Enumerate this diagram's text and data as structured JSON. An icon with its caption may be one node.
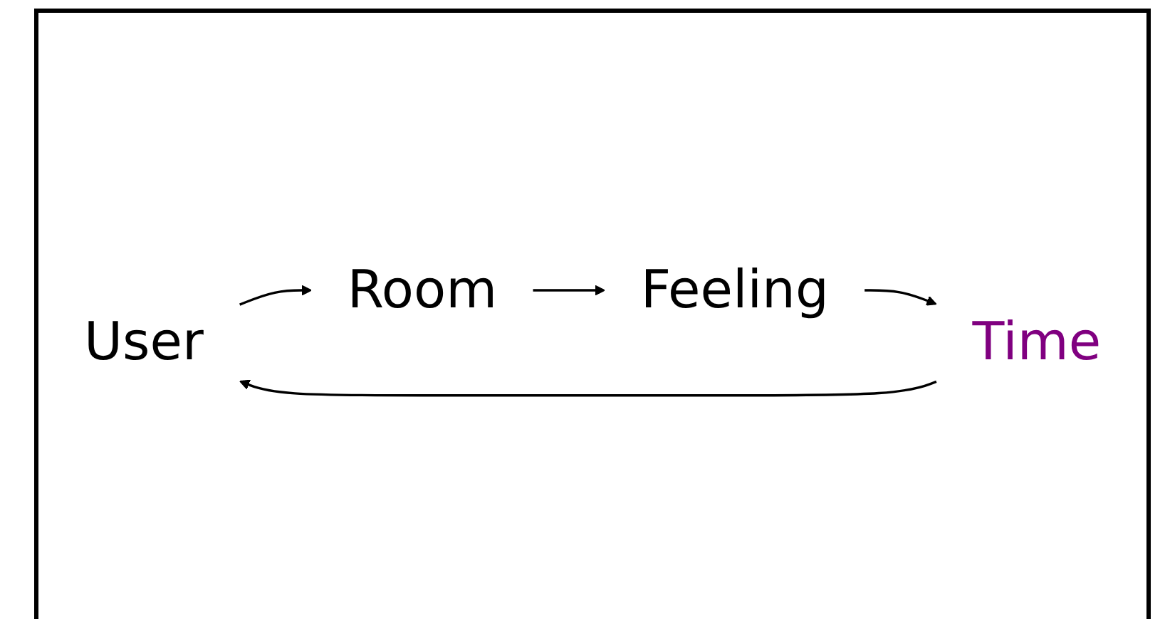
{
  "diagram": {
    "nodes": [
      {
        "text": [
          "User"
        ]
      },
      {
        "text": [
          "Room"
        ]
      },
      {
        "text": [
          "Feeling"
        ]
      },
      {
        "text": [
          "Time"
        ]
      }
    ],
    "edges": [
      {
        "from": 0,
        "to": 1,
        "arrow": "to"
      },
      {
        "from": 1,
        "to": 2,
        "arrow": "to"
      },
      {
        "from": 2,
        "to": 3,
        "arrow": "to"
      },
      {
        "from": 3,
        "to": 0,
        "arrow": "to"
      }
    ]
  }
}
